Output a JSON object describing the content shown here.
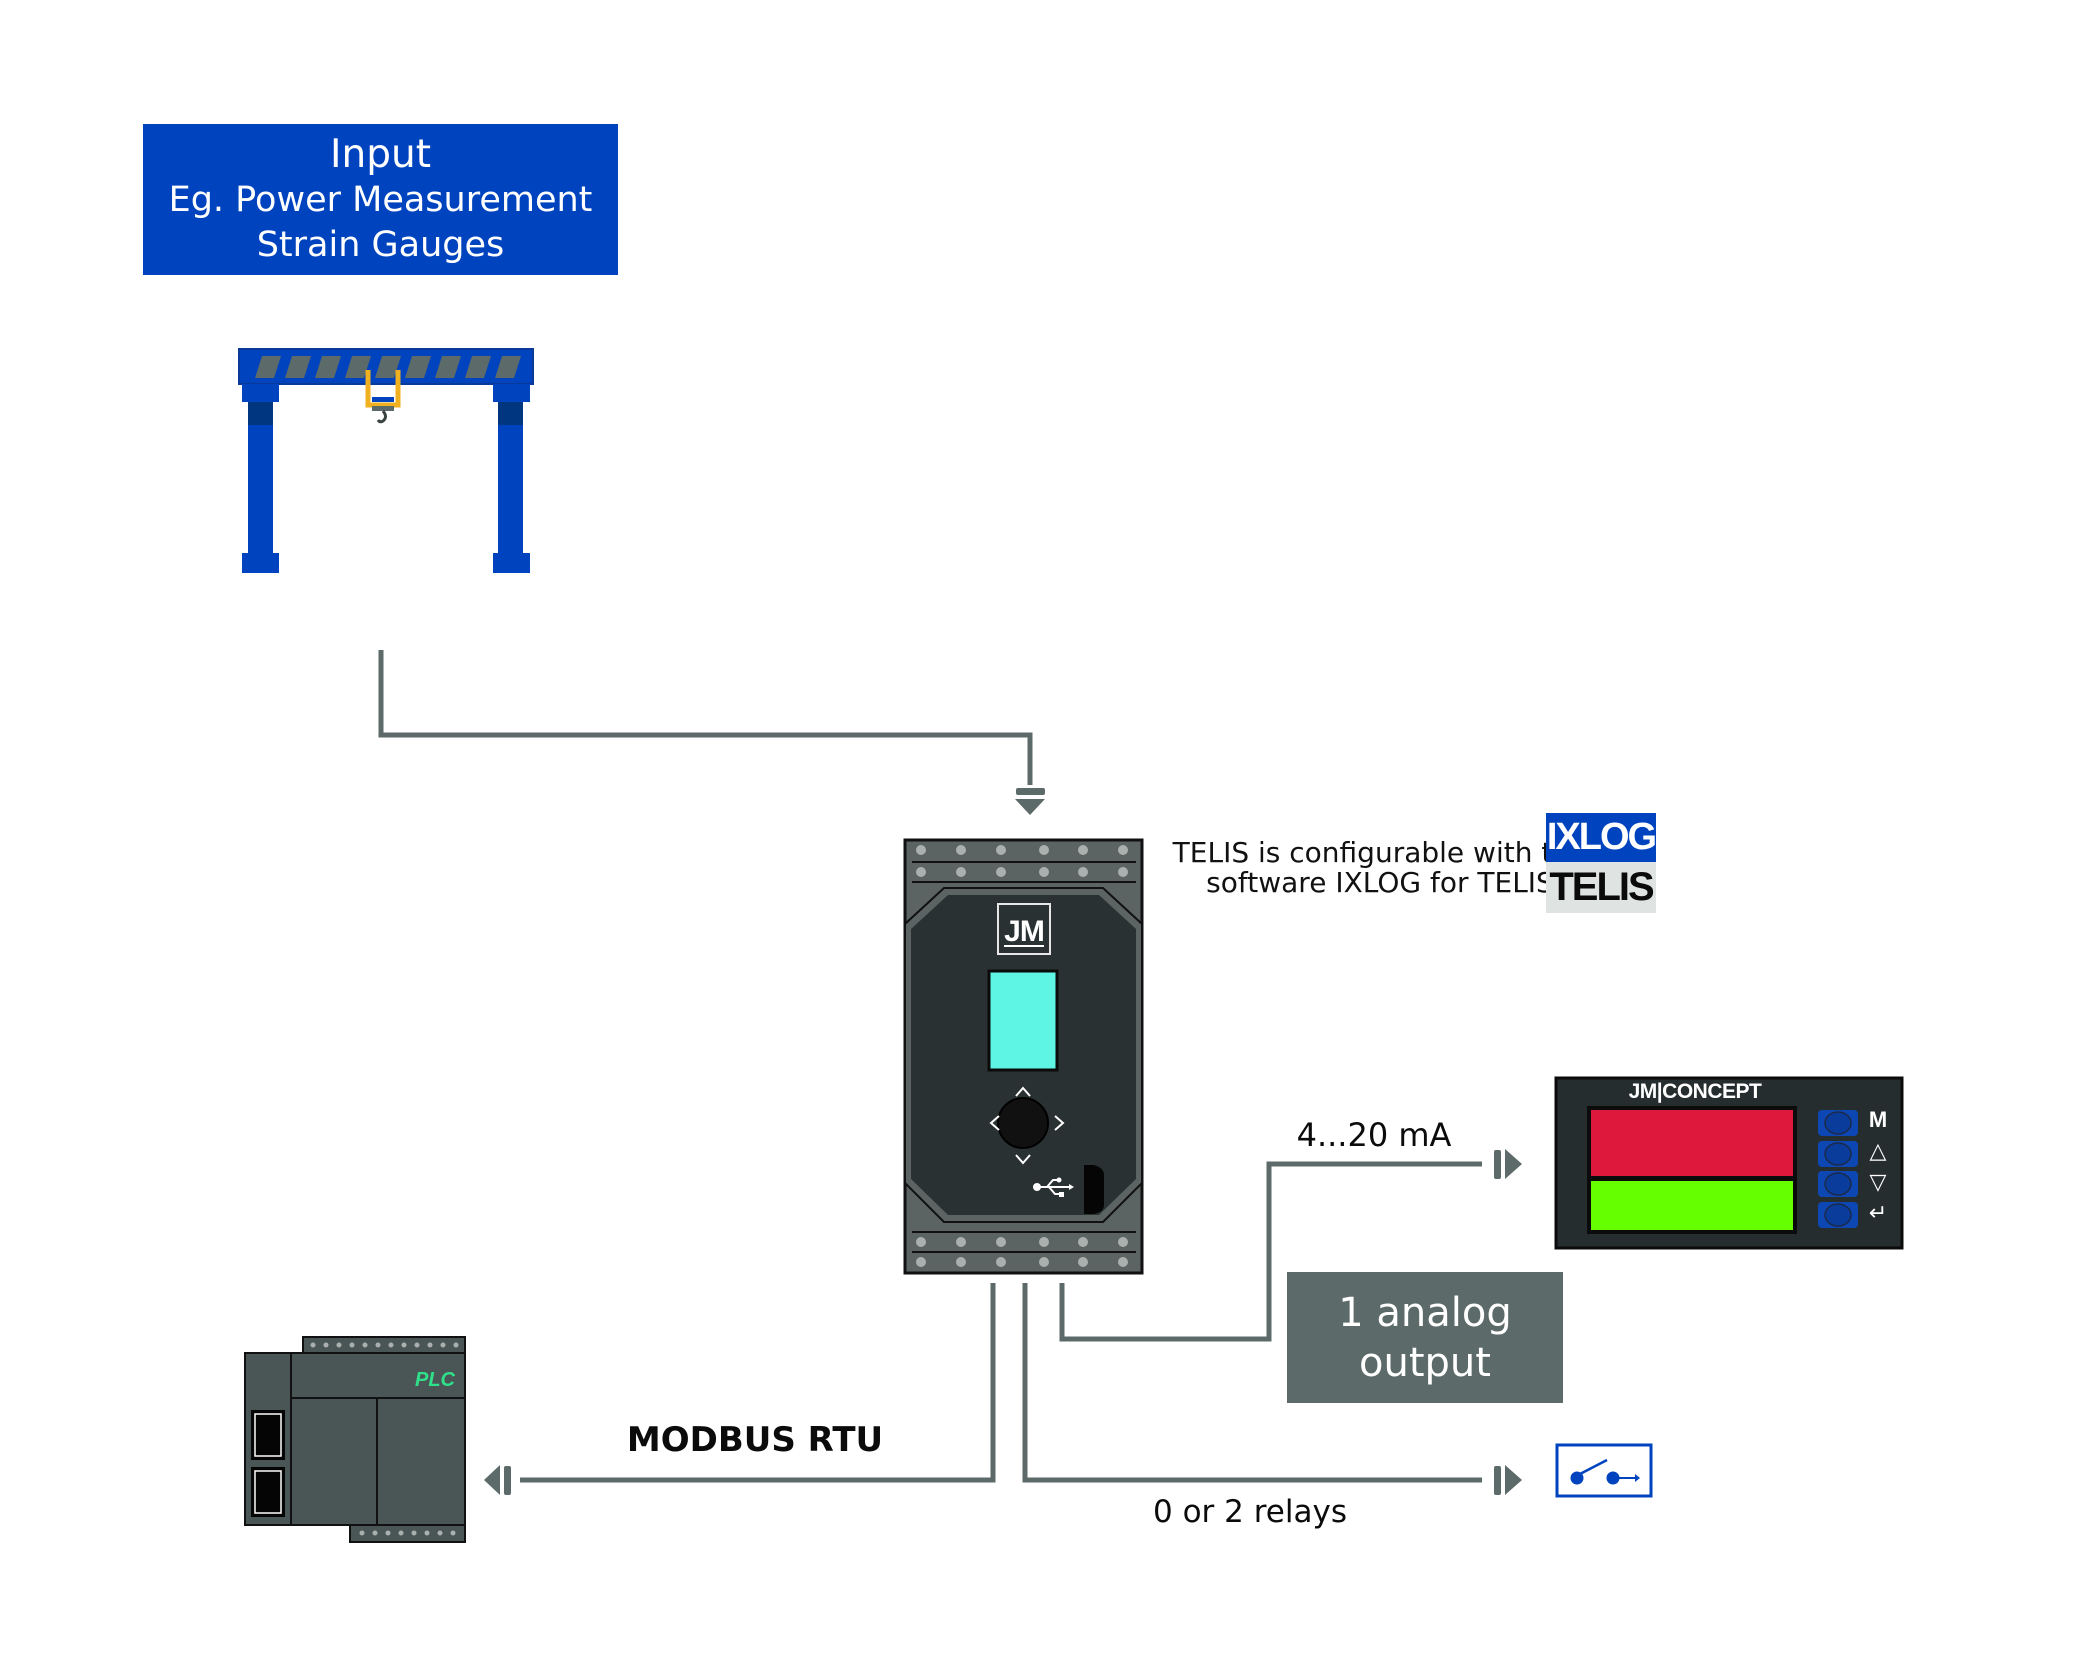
{
  "input_box": {
    "title": "Input",
    "line2": "Eg. Power Measurement",
    "line3": "Strain Gauges",
    "color": "#0043bf"
  },
  "input_illustration": {
    "icon": "gantry-crane-icon"
  },
  "device": {
    "name": "TELIS",
    "logo_text": "JM",
    "screen_color": "#5ef5e4",
    "icons": [
      "jm-logo-icon",
      "joystick-icon",
      "usb-icon",
      "usb-port-icon"
    ]
  },
  "config_note": {
    "line1": "TELIS is configurable with the",
    "line2": "software IXLOG for TELIS"
  },
  "software_logo": {
    "top_text": "IXLOG",
    "bottom_text": "TELIS",
    "top_color": "#0043bf",
    "bottom_color": "#dfe3e1"
  },
  "outputs": {
    "analog_signal_label": "4...20 mA",
    "analog_box": {
      "line1": "1 analog",
      "line2": "output"
    },
    "relay_label": "0 or 2 relays",
    "modbus_label": "MODBUS RTU"
  },
  "panel_meter": {
    "brand": "JM|CONCEPT",
    "display_top_color": "#dd183c",
    "display_bottom_color": "#66ff00",
    "buttons": [
      {
        "symbol": "M",
        "name": "menu"
      },
      {
        "symbol": "△",
        "name": "up"
      },
      {
        "symbol": "▽",
        "name": "down"
      },
      {
        "symbol": "↵",
        "name": "enter"
      }
    ]
  },
  "relay_icon": {
    "icon": "relay-switch-icon"
  },
  "plc": {
    "label": "PLC"
  },
  "colors": {
    "connector_line": "#5c6a69",
    "device_body": "#2a3132",
    "device_frame": "#5b6463"
  }
}
